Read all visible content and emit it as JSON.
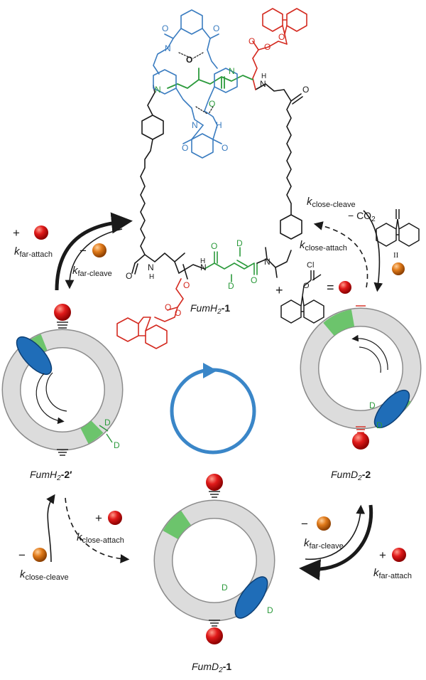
{
  "labels": {
    "fumh2_1_pre": "FumH",
    "fumh2_1_sub": "2",
    "fumh2_1_num": "-1",
    "fumh2_2_pre": "FumH",
    "fumh2_2_sub": "2",
    "fumh2_2_num": "-2′",
    "fumd2_2_pre": "FumD",
    "fumd2_2_sub": "2",
    "fumd2_2_num": "-2",
    "fumd2_1_pre": "FumD",
    "fumd2_1_sub": "2",
    "fumd2_1_num": "-1"
  },
  "rates": {
    "k": "k",
    "far_attach": "far-attach",
    "far_cleave": "far-cleave",
    "close_cleave": "close-cleave",
    "close_attach": "close-attach"
  },
  "symbols": {
    "plus": "+",
    "minus": "−",
    "equals": "=",
    "co2_minus": "− CO",
    "co2_sub": "2",
    "deuterium": "D",
    "nh": "N",
    "h": "H",
    "o": "O",
    "n": "N",
    "cl": "Cl",
    "roman_two": "II"
  },
  "colors": {
    "black": "#1a1a1a",
    "macrocycle_blue": "#3a7cc0",
    "fmoc_red": "#d42a20",
    "fumaramide_green": "#2c9a3c",
    "ring_grey": "#cfcfcf",
    "station_green": "#66c266",
    "wheel_blue": "#1f6db8",
    "red_ball": "#e01a1a",
    "orange_ball": "#e07a1a",
    "cycle_arrow": "#3a86c8"
  }
}
